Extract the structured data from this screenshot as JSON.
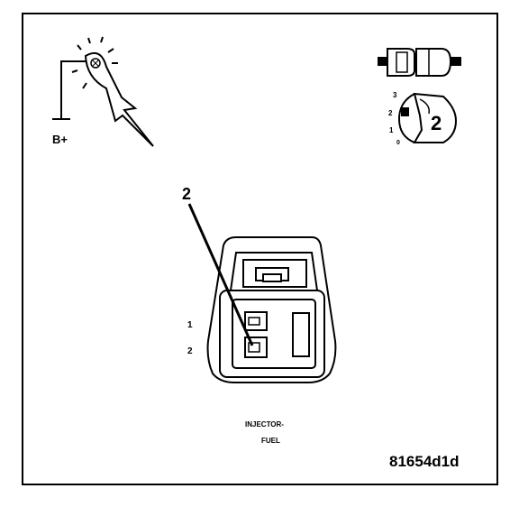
{
  "test_equipment": {
    "test_lamp_label": "B+",
    "disconnect_scale": [
      "3",
      "2",
      "1",
      "0"
    ],
    "step_number": "2"
  },
  "connector": {
    "callout_number": "2",
    "pin_labels": [
      "1",
      "2"
    ],
    "name_line1": "INJECTOR-",
    "name_line2": "FUEL"
  },
  "figure_id": "81654d1d"
}
